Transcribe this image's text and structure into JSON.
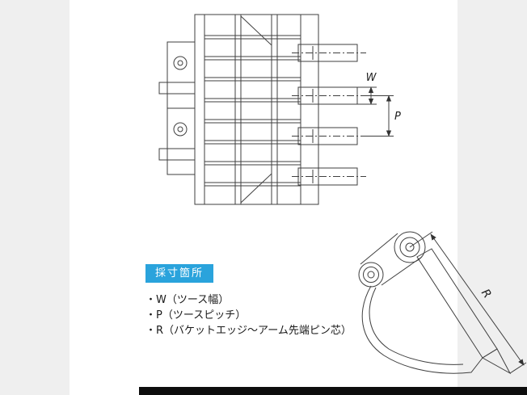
{
  "accent_color": "#2aa3dc",
  "line_color": "#3f3f3f",
  "measure_label": "採寸箇所",
  "legend": {
    "items": [
      "・W（ツース幅）",
      "・P（ツースピッチ）",
      "・R（バケットエッジ～アーム先端ピン芯）"
    ]
  },
  "dimensions": {
    "w": "W",
    "p": "P",
    "r": "R"
  }
}
